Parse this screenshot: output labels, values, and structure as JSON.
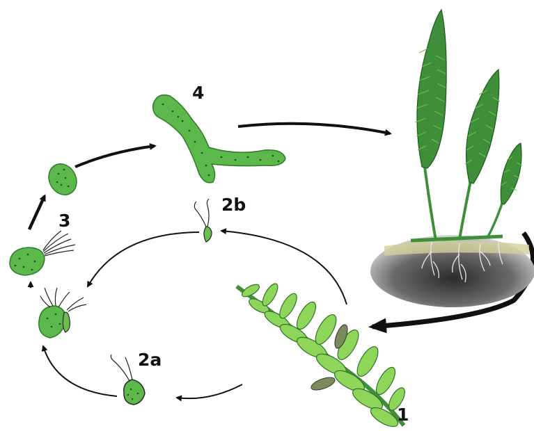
{
  "labels": {
    "stage_1": "1",
    "stage_2a": "2a",
    "stage_2b": "2b",
    "stage_3": "3",
    "stage_4": "4"
  },
  "colors": {
    "cell_fill": "#5cb84a",
    "cell_dark": "#2f7a2a",
    "plant_green": "#3f8f3a",
    "leaf_light": "#8ed65a",
    "soil": "#3a3a3a",
    "arrow": "#111111"
  }
}
